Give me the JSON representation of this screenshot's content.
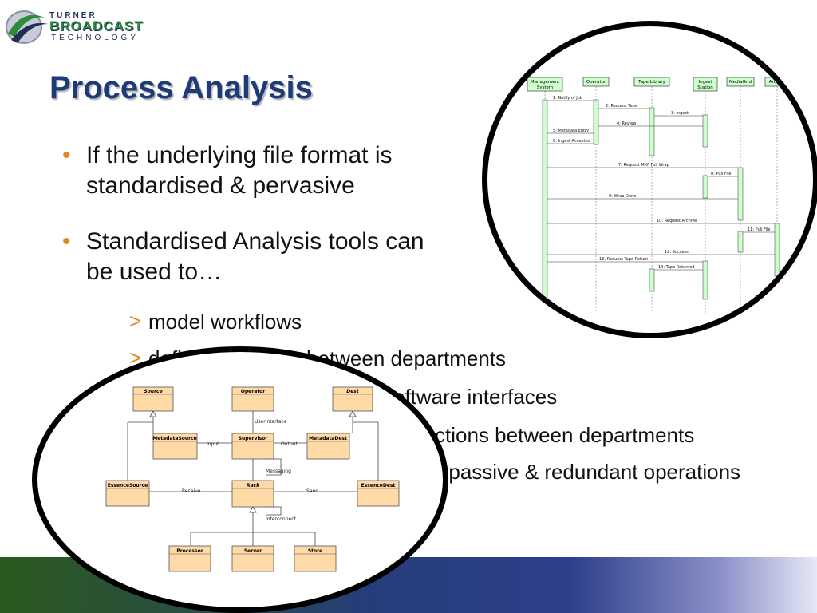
{
  "logo": {
    "line1": "TURNER",
    "line2": "BROADCAST",
    "line3": "TECHNOLOGY"
  },
  "title": "Process Analysis",
  "bullets": [
    {
      "line1": "If the underlying file format is",
      "line2": "standardised & pervasive"
    },
    {
      "line1": "Standardised Analysis tools can",
      "line2": "be used to…"
    }
  ],
  "sub_bullets": [
    "model workflows",
    "define interfaces between departments",
    "software interfaces",
    "interactions between departments",
    "active, passive & redundant operations"
  ],
  "sequence_diagram": {
    "lifelines": [
      {
        "label1": "Management",
        "label2": "System"
      },
      {
        "label1": "Operator",
        "label2": ""
      },
      {
        "label1": "Tape Library",
        "label2": ""
      },
      {
        "label1": "Ingest",
        "label2": "Station"
      },
      {
        "label1": "MediaGrid",
        "label2": ""
      },
      {
        "label1": "Archive",
        "label2": ""
      }
    ],
    "messages": [
      "1: Notify of Job",
      "2: Request Tape",
      "3: Ingest",
      "4: Review",
      "5: Metadata Entry",
      "6: Ingest Accepted",
      "7: Request MXF Full Wrap",
      "8: Pull File",
      "9: Wrap Done",
      "10: Request Archive",
      "11: Pull File",
      "12: Success",
      "13: Request Tape Return",
      "14: Tape Returned"
    ]
  },
  "class_diagram": {
    "classes": {
      "source": "Source",
      "operator": "Operator",
      "dest": "Dest",
      "metadata_source": "MetadataSource",
      "supervisor": "Supervisor",
      "metadata_dest": "MetadataDest",
      "essence_source": "EssenceSource",
      "rack": "Rack",
      "essence_dest": "EssenceDest",
      "processor": "Processor",
      "server": "Server",
      "store": "Store"
    },
    "labels": {
      "user_interface": "UserInterface",
      "input": "Input",
      "output": "Output",
      "messaging": "Messaging",
      "receive": "Receive",
      "send": "Send",
      "interconnect": "Interconnect"
    }
  },
  "colors": {
    "title": "#1f3a7a",
    "bullet_marker": "#e08a1e",
    "lifeline_box": "#ccffcc",
    "class_box": "#ffd9a6"
  }
}
